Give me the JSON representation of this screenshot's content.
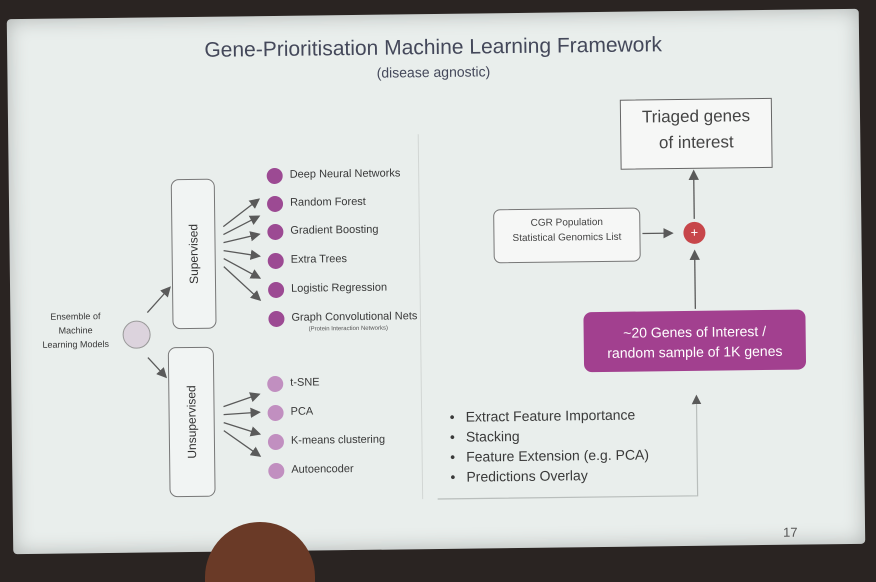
{
  "slide": {
    "title": "Gene-Prioritisation Machine Learning Framework",
    "subtitle": "(disease agnostic)",
    "ensemble_label": [
      "Ensemble of",
      "Machine",
      "Learning Models"
    ],
    "supervised": {
      "label": "Supervised",
      "models": [
        {
          "name": "Deep Neural Networks"
        },
        {
          "name": "Random Forest"
        },
        {
          "name": "Gradient Boosting"
        },
        {
          "name": "Extra Trees"
        },
        {
          "name": "Logistic Regression"
        },
        {
          "name": "Graph Convolutional Nets",
          "note": "(Protein Interaction Networks)"
        }
      ]
    },
    "unsupervised": {
      "label": "Unsupervised",
      "models": [
        {
          "name": "t-SNE"
        },
        {
          "name": "PCA"
        },
        {
          "name": "K-means clustering"
        },
        {
          "name": "Autoencoder"
        }
      ]
    },
    "triaged_box": [
      "Triaged genes",
      "of interest"
    ],
    "cgr_box": [
      "CGR Population",
      "Statistical Genomics List"
    ],
    "plus_symbol": "+",
    "genes_box": [
      "~20 Genes of Interest /",
      "random sample of 1K genes"
    ],
    "bullets": [
      "Extract Feature Importance",
      "Stacking",
      "Feature Extension (e.g. PCA)",
      "Predictions Overlay"
    ],
    "page_number": "17",
    "colors": {
      "supervised_dot": "#9c4a93",
      "unsupervised_dot": "#c18fc0",
      "genes_box": "#a2408f",
      "plus_circle": "#c7464a"
    }
  }
}
